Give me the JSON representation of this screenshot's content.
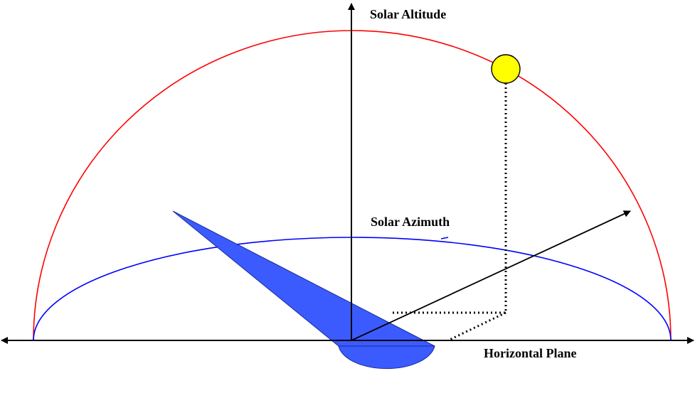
{
  "labels": {
    "altitude": "Solar Altitude",
    "azimuth": "Solar Azimuth",
    "horizontal": "Horizontal Plane"
  },
  "colors": {
    "altitude_arc": "#ff0000",
    "azimuth_arc": "#0000ff",
    "sun_fill": "#ffff00",
    "shadow_fill": "#3b5bff",
    "axis": "#000000"
  },
  "icons": {
    "sun": "sun-icon",
    "sundial": "sundial-gnomon-icon"
  }
}
